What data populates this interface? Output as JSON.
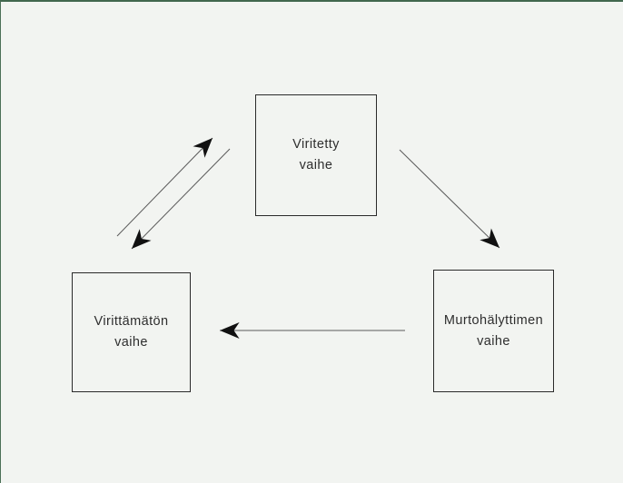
{
  "diagram": {
    "kind": "state-diagram",
    "language": "fi",
    "nodes": {
      "armed": {
        "line1": "Viritetty",
        "line2": "vaihe"
      },
      "disarmed": {
        "line1": "Virittämätön",
        "line2": "vaihe"
      },
      "alarm": {
        "line1": "Murtohälyttimen",
        "line2": "vaihe"
      }
    },
    "edges": [
      {
        "from": "disarmed",
        "to": "armed"
      },
      {
        "from": "armed",
        "to": "disarmed"
      },
      {
        "from": "armed",
        "to": "alarm"
      },
      {
        "from": "alarm",
        "to": "disarmed"
      }
    ]
  },
  "colors": {
    "background": "#f2f4f1",
    "frame_border": "#41684e",
    "box_border": "#2a2a2a",
    "edge_line": "#5a5a5a",
    "arrowhead": "#111111",
    "text": "#2e2e2e"
  }
}
